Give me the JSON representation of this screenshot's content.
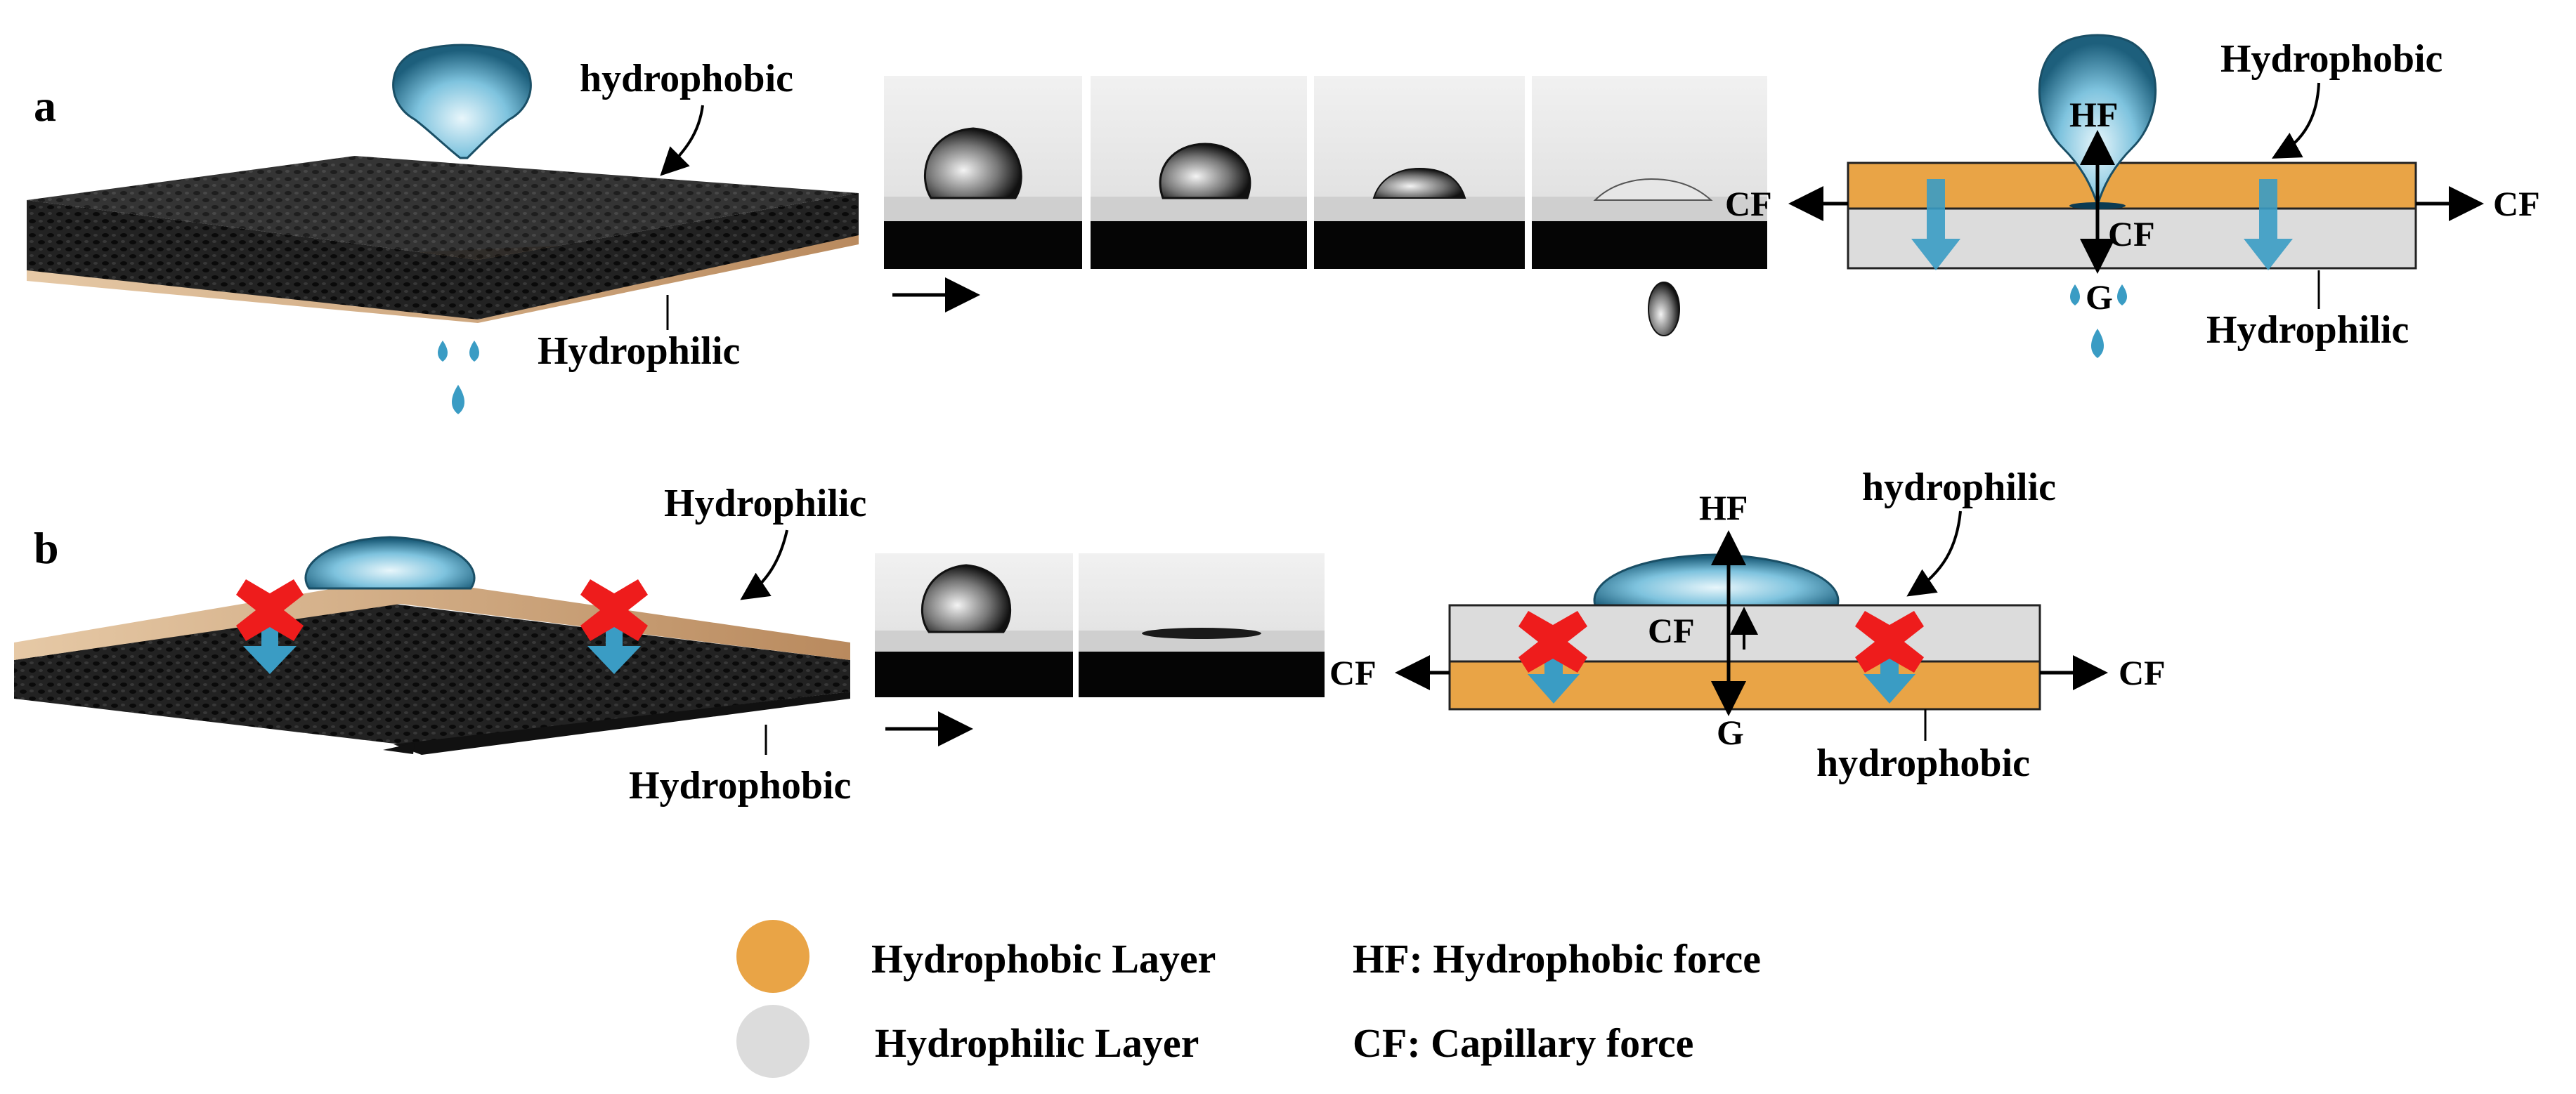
{
  "panel_a": {
    "letter": "a",
    "top_label": "hydrophobic",
    "bottom_label": "Hydrophilic",
    "diagram": {
      "top_label": "Hydrophobic",
      "bottom_label": "Hydrophilic",
      "hf": "HF",
      "cf_center": "CF",
      "cf_left": "CF",
      "cf_right": "CF",
      "g": "G"
    }
  },
  "panel_b": {
    "letter": "b",
    "top_label": "Hydrophilic",
    "bottom_label": "Hydrophobic",
    "diagram": {
      "top_label": "hydrophilic",
      "bottom_label": "hydrophobic",
      "hf": "HF",
      "cf_center": "CF",
      "cf_left": "CF",
      "cf_right": "CF",
      "g": "G"
    }
  },
  "legend": {
    "hydrophobic_layer": "Hydrophobic Layer",
    "hydrophilic_layer": "Hydrophilic Layer",
    "hf_def": "HF: Hydrophobic force",
    "cf_def": "CF: Capillary force"
  },
  "colors": {
    "hydrophobic": "#e9a446",
    "hydrophilic": "#dcdcdc",
    "water": "#3a9cc4",
    "block": "#ee1c1c",
    "fabric_dark": "#1a1a1a",
    "fabric_light": "#d8b894"
  }
}
